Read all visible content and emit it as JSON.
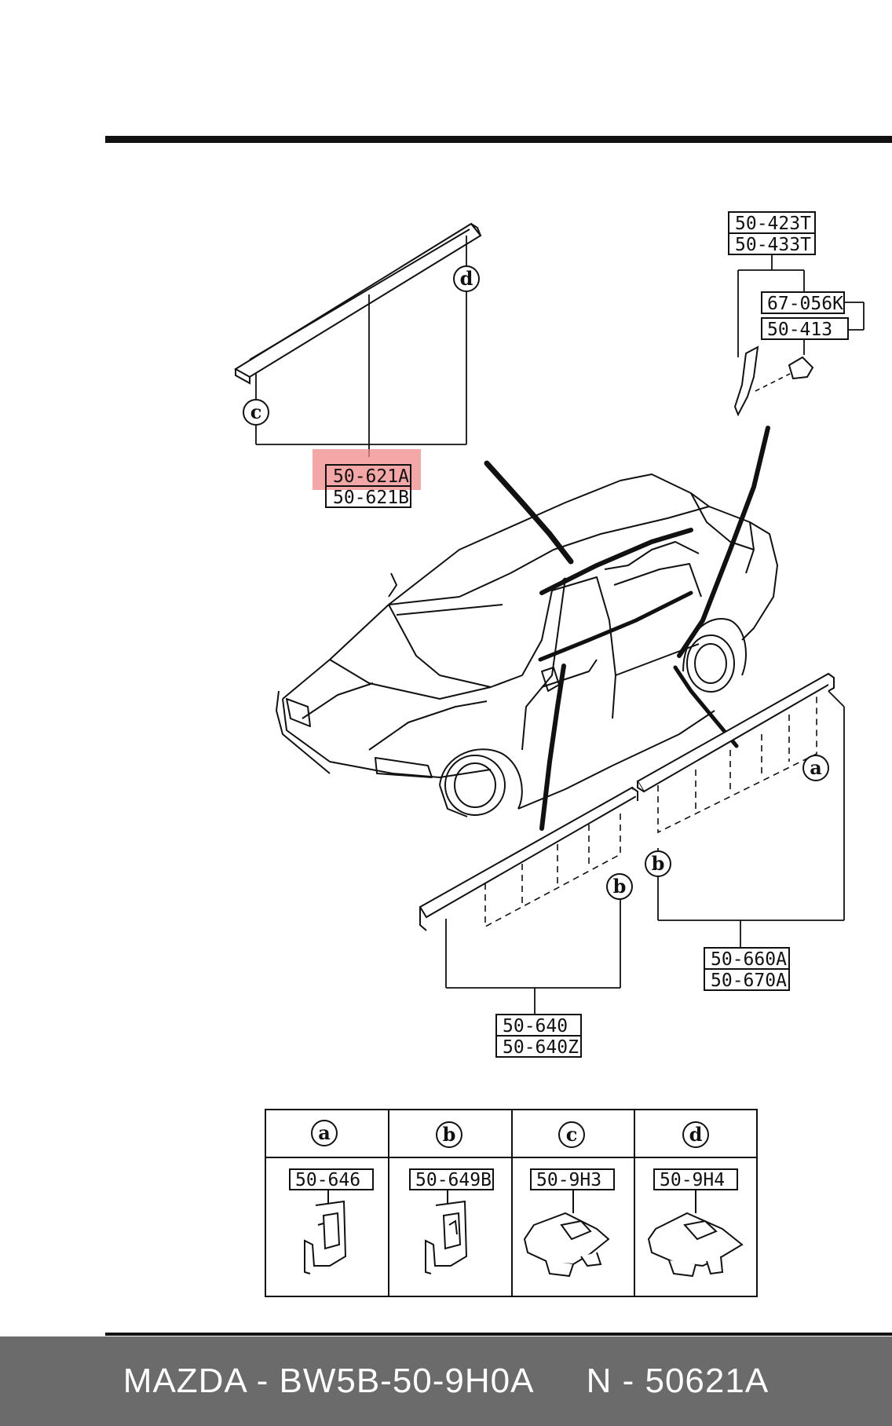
{
  "labels": {
    "roof_a": "50-621A",
    "roof_b": "50-621B",
    "pillar_a": "50-423T",
    "pillar_b": "50-433T",
    "clip_k": "67-056K",
    "clip_413": "50-413",
    "rear_a": "50-660A",
    "rear_b": "50-670A",
    "front_a": "50-640",
    "front_b": "50-640Z"
  },
  "callouts": {
    "a": "a",
    "b": "b",
    "c": "c",
    "d": "d"
  },
  "legend": {
    "cols": [
      {
        "key": "a",
        "part": "50-646"
      },
      {
        "key": "b",
        "part": "50-649B"
      },
      {
        "key": "c",
        "part": "50-9H3"
      },
      {
        "key": "d",
        "part": "50-9H4"
      }
    ]
  },
  "highlight_color": "#f08a8a",
  "footer": {
    "brand": "MAZDA - BW5B-50-9H0A",
    "number": "N - 50621A"
  }
}
